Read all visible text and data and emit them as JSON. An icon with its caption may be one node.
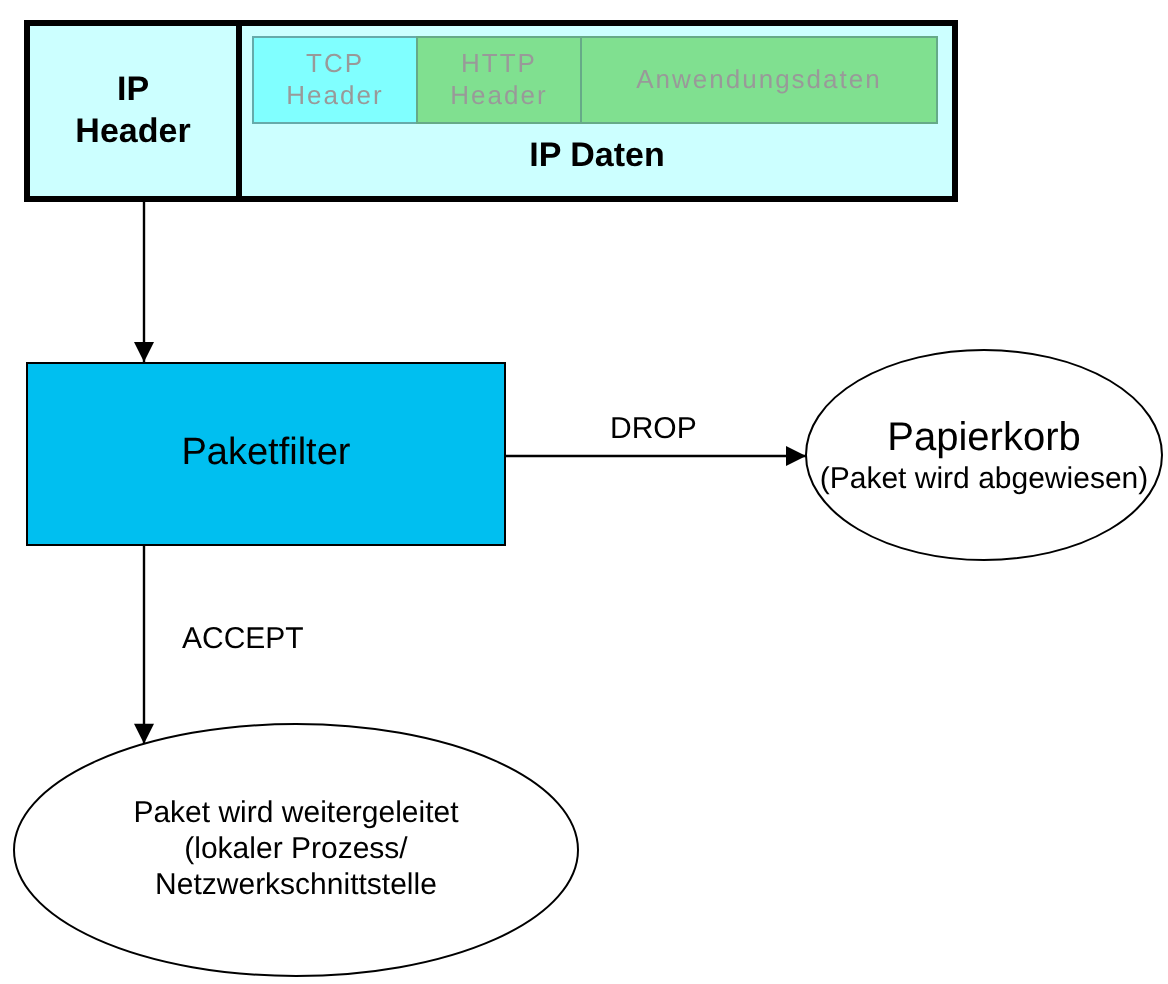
{
  "diagram": {
    "nodes": [
      {
        "text": [],
        "shape": "box"
      },
      {
        "text": [
          "IP Header"
        ],
        "in": 0
      },
      {
        "text": [
          "IP Daten"
        ],
        "in": 0
      },
      {
        "text": [
          "TCP Header"
        ],
        "in": 2
      },
      {
        "text": [
          "HTTP Header"
        ],
        "in": 2
      },
      {
        "text": [
          "Anwendungsdaten"
        ],
        "in": 2
      },
      {
        "text": [
          "Paketfilter"
        ]
      },
      {
        "text": [
          "Papierkorb",
          "(Paket wird abgewiesen)"
        ]
      },
      {
        "text": [
          "Paket wird weitergeleitet (lokaler Prozess/ Netzwerkschnittstelle"
        ]
      }
    ],
    "edges": [
      {
        "from": 0,
        "to": 6,
        "arrow": "to"
      },
      {
        "from": 6,
        "to": 7,
        "label": "DROP",
        "arrow": "to"
      },
      {
        "from": 6,
        "to": 8,
        "label": "ACCEPT",
        "arrow": "to"
      }
    ]
  }
}
